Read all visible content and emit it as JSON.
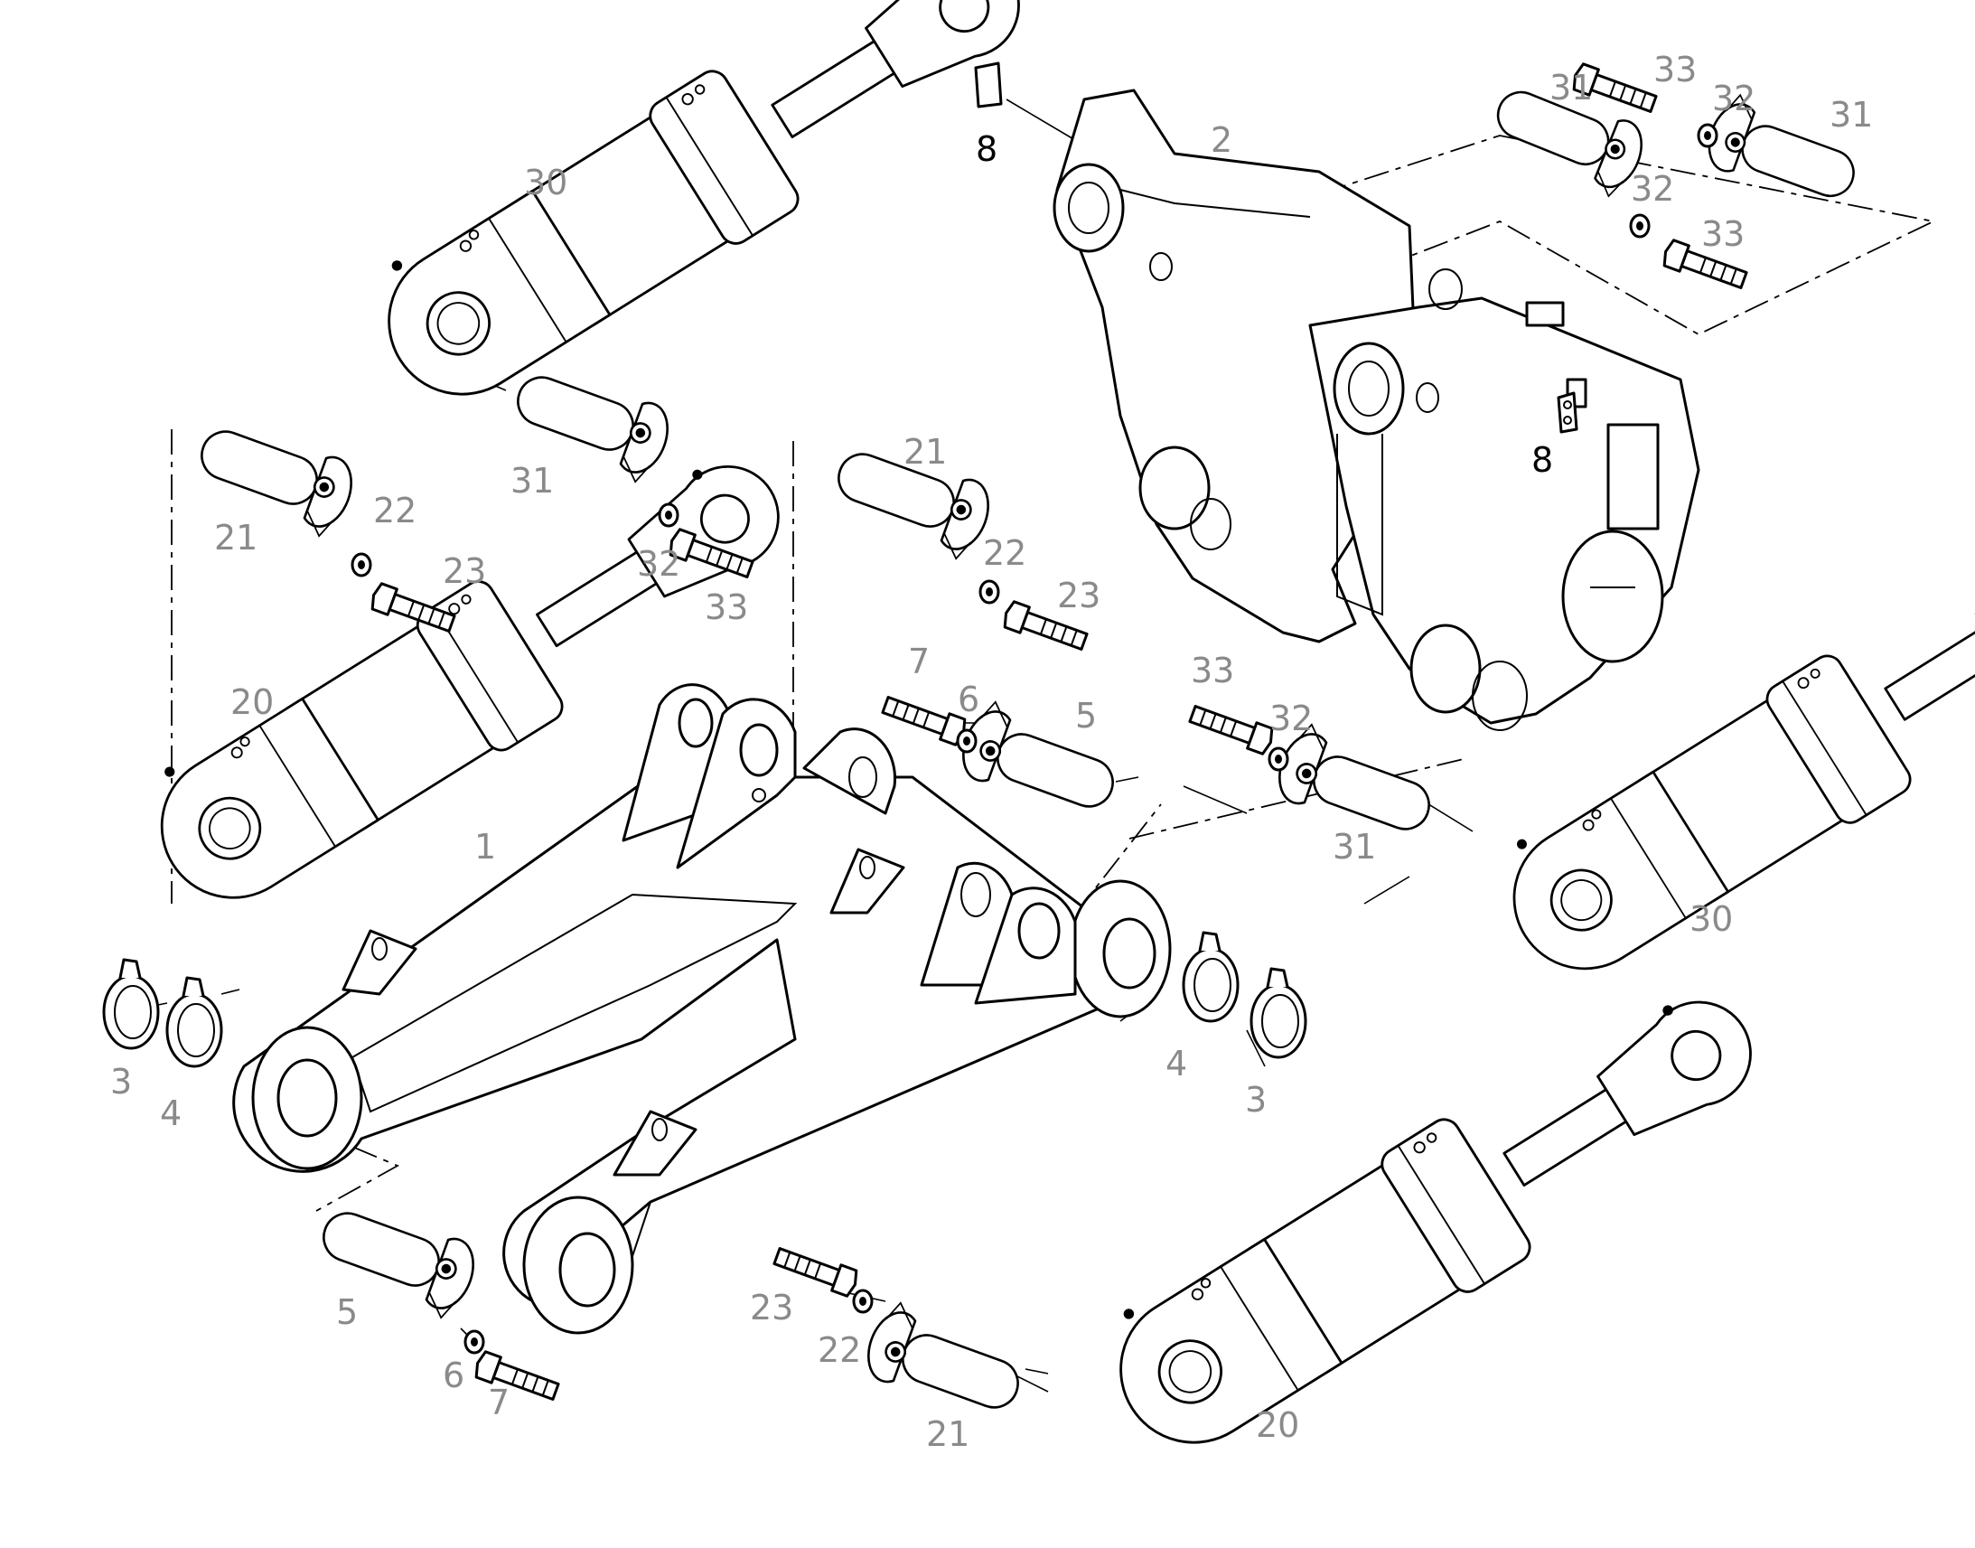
{
  "colors": {
    "line": "#000000",
    "label": "#8a8a8a",
    "label_dark": "#000000",
    "background": "#ffffff"
  },
  "labels": {
    "p30_top": "30",
    "p31_top_a": "31",
    "p31_top_b": "31",
    "p33_top_a": "33",
    "p32_top_a": "32",
    "p32_top_b": "32",
    "p33_top_b": "33",
    "p2": "2",
    "p8_top": "8",
    "p8_mid": "8",
    "p31_left": "31",
    "p32_left": "32",
    "p33_left": "33",
    "p21_left": "21",
    "p22_left": "22",
    "p23_left": "23",
    "p20_left": "20",
    "p21_mid": "21",
    "p22_mid": "22",
    "p23_mid": "23",
    "p7_mid": "7",
    "p6_mid": "6",
    "p5_mid": "5",
    "p33_right": "33",
    "p32_right": "32",
    "p31_right": "31",
    "p30_right": "30",
    "p1": "1",
    "p3_left": "3",
    "p4_left": "4",
    "p4_right": "4",
    "p3_right": "3",
    "p5_bottom": "5",
    "p6_bottom": "6",
    "p7_bottom": "7",
    "p23_bottom": "23",
    "p22_bottom": "22",
    "p21_bottom": "21",
    "p20_bottom": "20"
  }
}
